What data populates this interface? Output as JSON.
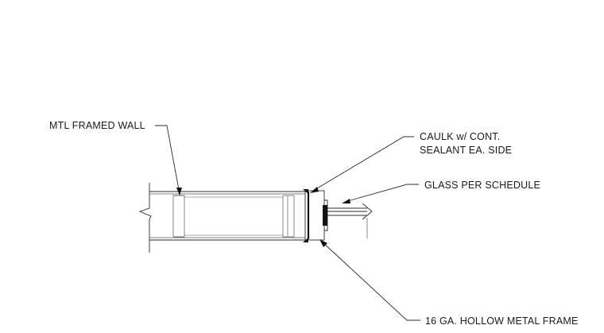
{
  "labels": {
    "wall": "MTL FRAMED WALL",
    "caulk_line1": "CAULK w/ CONT.",
    "caulk_line2": "SEALANT EA. SIDE",
    "glass": "GLASS PER SCHEDULE",
    "frame": "16 GA. HOLLOW METAL FRAME"
  }
}
